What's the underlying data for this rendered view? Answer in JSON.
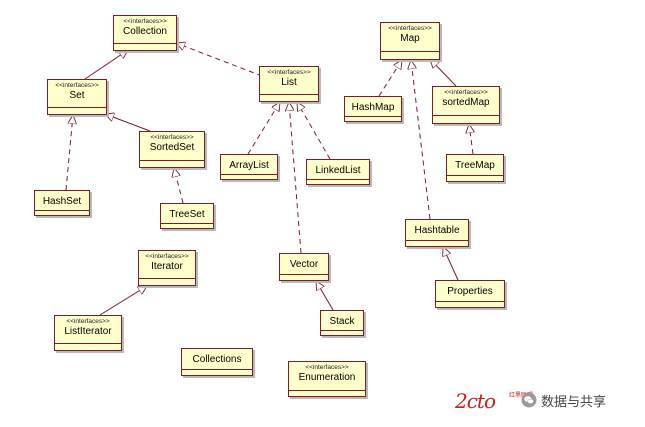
{
  "classes": {
    "collection": {
      "stereotype": "<<interfaces>>",
      "name": "Collection"
    },
    "set": {
      "stereotype": "<<interfaces>>",
      "name": "Set"
    },
    "list": {
      "stereotype": "<<interfaces>>",
      "name": "List"
    },
    "sortedset": {
      "stereotype": "<<interfaces>>",
      "name": "SortedSet"
    },
    "hashset": {
      "name": "HashSet"
    },
    "treeset": {
      "name": "TreeSet"
    },
    "arraylist": {
      "name": "ArrayList"
    },
    "linkedlist": {
      "name": "LinkedList"
    },
    "vector": {
      "name": "Vector"
    },
    "stack": {
      "name": "Stack"
    },
    "iterator": {
      "stereotype": "<<interfaces>>",
      "name": "Iterator"
    },
    "listiterator": {
      "stereotype": "<<interfaces>>",
      "name": "ListIterator"
    },
    "collections": {
      "name": "Collections"
    },
    "enumeration": {
      "stereotype": "<<interfaces>>",
      "name": "Enumeration"
    },
    "map": {
      "stereotype": "<<interfaces>>",
      "name": "Map"
    },
    "hashmap": {
      "name": "HashMap"
    },
    "sortedmap": {
      "stereotype": "<<interfaces>>",
      "name": "sortedMap"
    },
    "treemap": {
      "name": "TreeMap"
    },
    "hashtable": {
      "name": "Hashtable"
    },
    "properties": {
      "name": "Properties"
    }
  },
  "watermark": {
    "site_logo": "2cto",
    "site_small": "红黑联盟",
    "account": "数据与共享"
  },
  "colors": {
    "box_fill": "#ffffcc",
    "box_border": "#7a1c2a",
    "edge": "#7a1c2a",
    "watermark_red": "#c8201e"
  }
}
